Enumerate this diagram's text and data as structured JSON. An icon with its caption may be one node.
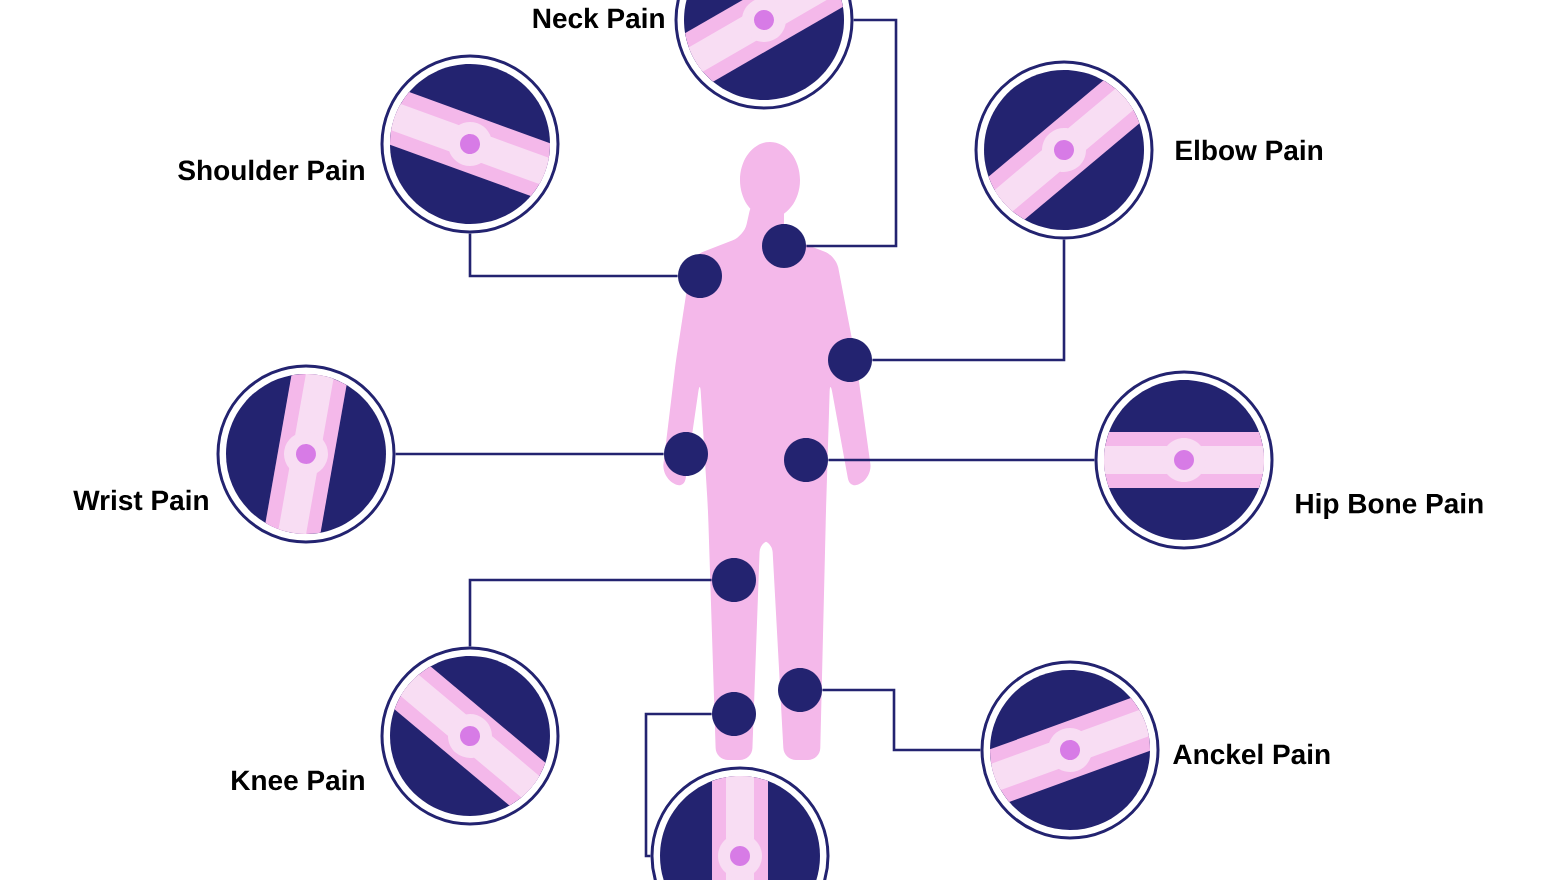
{
  "diagram": {
    "nodes": [
      {
        "text": [
          "Neck Pain"
        ]
      },
      {
        "text": [
          "Shoulder Pain"
        ]
      },
      {
        "text": [
          "Elbow Pain"
        ]
      },
      {
        "text": [
          "Wrist Pain"
        ]
      },
      {
        "text": [
          "Hip Bone Pain"
        ]
      },
      {
        "text": [
          "Knee Pain"
        ]
      },
      {
        "text": [
          "Anckel Pain"
        ]
      },
      {
        "text": [],
        "shape": "picture"
      },
      {
        "text": [],
        "shape": "circle"
      },
      {
        "text": [],
        "shape": "circle"
      },
      {
        "text": [],
        "shape": "circle"
      },
      {
        "text": [],
        "shape": "circle"
      },
      {
        "text": [],
        "shape": "circle"
      },
      {
        "text": [],
        "shape": "circle"
      },
      {
        "text": [],
        "shape": "circle"
      },
      {
        "text": [],
        "shape": "circle"
      }
    ],
    "edges": [
      {
        "from": 0,
        "to": 8,
        "arrow": "none"
      },
      {
        "from": 1,
        "to": 9,
        "arrow": "none"
      },
      {
        "from": 2,
        "to": 10,
        "arrow": "none"
      },
      {
        "from": 3,
        "to": 11,
        "arrow": "none"
      },
      {
        "from": 4,
        "to": 12,
        "arrow": "none"
      },
      {
        "from": 5,
        "to": 13,
        "arrow": "none"
      },
      {
        "from": 6,
        "to": 15,
        "arrow": "none"
      },
      {
        "from": 7,
        "to": 14,
        "arrow": "none"
      }
    ]
  }
}
